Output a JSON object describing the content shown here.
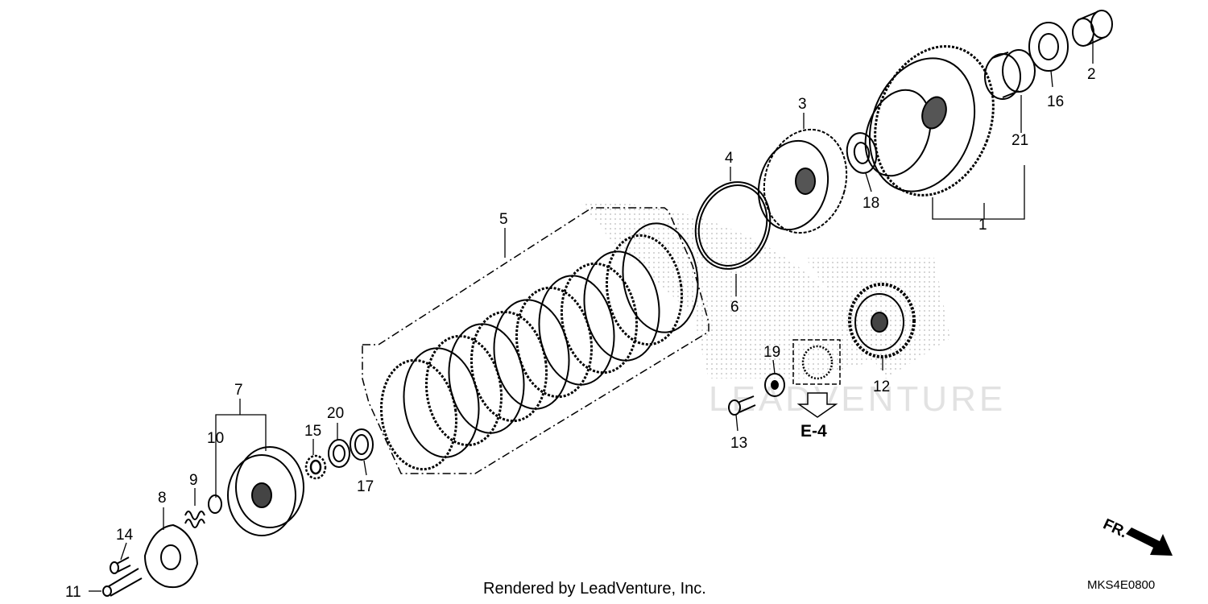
{
  "diagram": {
    "callouts": {
      "c1": "1",
      "c2": "2",
      "c3": "3",
      "c4": "4",
      "c5": "5",
      "c6": "6",
      "c7": "7",
      "c8": "8",
      "c9": "9",
      "c10": "10",
      "c11": "11",
      "c12": "12",
      "c13": "13",
      "c14": "14",
      "c15": "15",
      "c16": "16",
      "c17": "17",
      "c18": "18",
      "c19": "19",
      "c20": "20",
      "c21": "21"
    },
    "ref_label": "E-4",
    "front_label": "FR.",
    "watermark": "LEADVENTURE"
  },
  "footer": {
    "credit": "Rendered by LeadVenture, Inc.",
    "diagram_code": "MKS4E0800"
  }
}
